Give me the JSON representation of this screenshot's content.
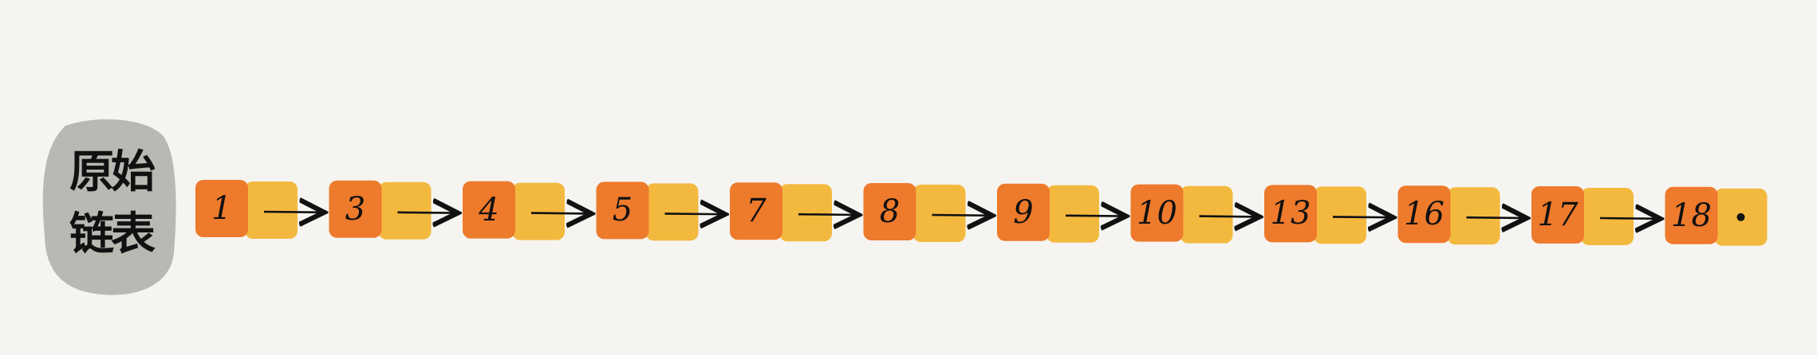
{
  "list_label": "原始链表",
  "nodes": [
    "1",
    "3",
    "4",
    "5",
    "7",
    "8",
    "9",
    "10",
    "13",
    "16",
    "17",
    "18"
  ],
  "colors": {
    "background": "#f5f4f0",
    "key_box": "#ee7a2c",
    "next_box": "#f3b93f",
    "label_blob": "#b9b8b3",
    "arrow": "#111111"
  }
}
